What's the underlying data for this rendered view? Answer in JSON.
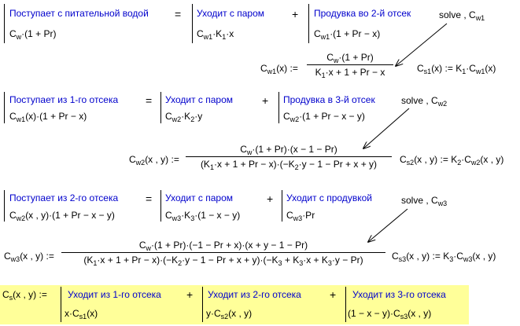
{
  "row1": {
    "col1_label": "Поступает с питательной водой",
    "col1_expr": "C_w·(1 + Pr)",
    "eq": "=",
    "col2_label": "Уходит с паром",
    "col2_expr": "C_w1·K_1·x",
    "plus": "+",
    "col3_label": "Продувка во 2-й отсек",
    "col3_expr": "C_w1·(1 + Pr − x)",
    "solve": "solve , C_w1"
  },
  "result1": {
    "lhs": "C_w1(x) :=",
    "num": "C_w·(1 + Pr)",
    "den": "K_1·x + 1 + Pr − x",
    "side": "C_s1(x) := K_1·C_w1(x)"
  },
  "row2": {
    "col1_label": "Поступает из 1-го отсека",
    "col1_expr": "C_w1(x)·(1 + Pr − x)",
    "eq": "=",
    "col2_label": "Уходит с паром",
    "col2_expr": "C_w2·K_2·y",
    "plus": "+",
    "col3_label": "Продувка в 3-й отсек",
    "col3_expr": "C_w2·(1 + Pr − x − y)",
    "solve": "solve , C_w2"
  },
  "result2": {
    "lhs": "C_w2(x , y) :=",
    "num": "C_w·(1 + Pr)·(x − 1 − Pr)",
    "den": "(K_1·x + 1 + Pr − x)·(−K_2·y − 1 − Pr + x + y)",
    "side": "C_s2(x , y) := K_2·C_w2(x , y)"
  },
  "row3": {
    "col1_label": "Поступает из 2-го отсека",
    "col1_expr": "C_w2(x , y)·(1 + Pr − x − y)",
    "eq": "=",
    "col2_label": "Уходит с паром",
    "col2_expr": "C_w3·K_3·(1 − x − y)",
    "plus": "+",
    "col3_label": "Уходит с продувкой",
    "col3_expr": "C_w3·Pr",
    "solve": "solve , C_w3"
  },
  "result3": {
    "lhs": "C_w3(x , y) :=",
    "num": "C_w·(1 + Pr)·(−1 − Pr + x)·(x + y − 1 − Pr)",
    "den": "(K_1·x + 1 + Pr − x)·(−K_2·y − 1 − Pr + x + y)·(−K_3 + K_3·x + K_3·y − Pr)",
    "side": "C_s3(x , y) := K_3·C_w3(x , y)"
  },
  "row4": {
    "lhs": "C_s(x , y) :=",
    "col1_label": "Уходит из 1-го отсека",
    "col1_expr": "x·C_s1(x)",
    "plus1": "+",
    "col2_label": "Уходит из 2-го отсека",
    "col2_expr": "y·C_s2(x , y)",
    "plus2": "+",
    "col3_label": "Уходит из 3-го отсека",
    "col3_expr": "(1 − x − y)·C_s3(x , y)"
  },
  "colors": {
    "label": "#0000cc",
    "highlight": "#ffff99",
    "text": "#000000"
  }
}
